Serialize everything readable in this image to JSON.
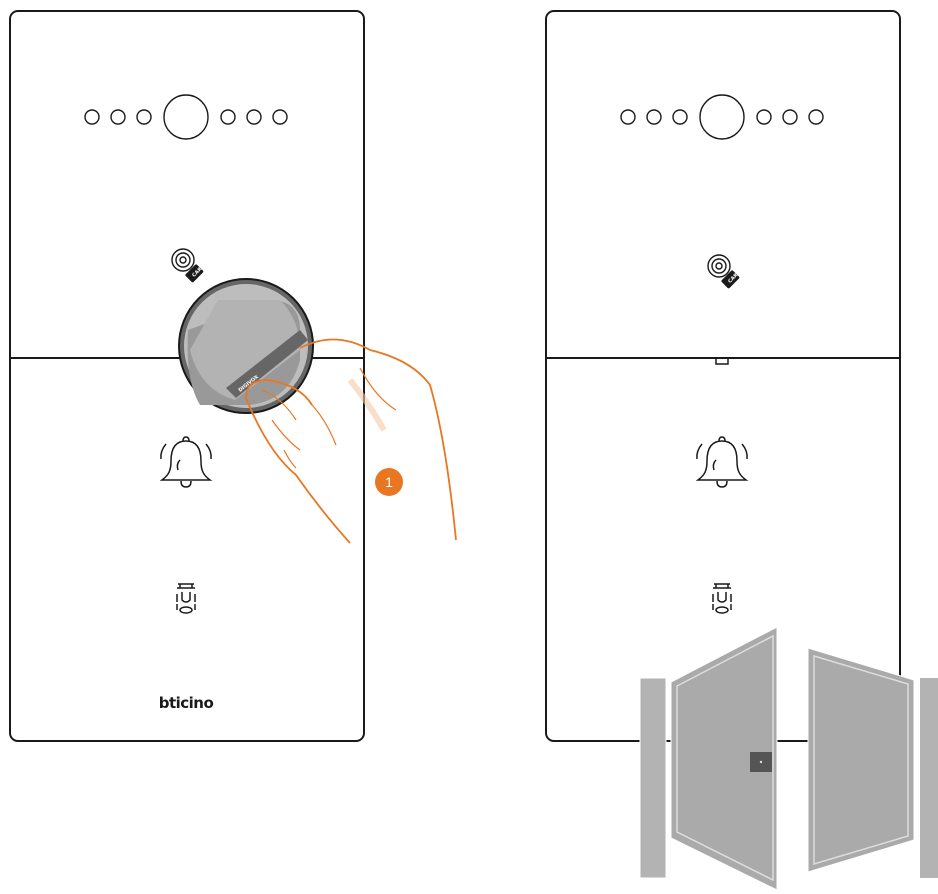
{
  "brand": {
    "logo_text": "bticino"
  },
  "card_icon": {
    "label": "CARD"
  },
  "badge": {
    "text": "DIGIVOX"
  },
  "step": {
    "number": "1"
  },
  "colors": {
    "outline": "#1a1a1a",
    "accent": "#e87722",
    "gray_fill": "#b3b3b3",
    "dark_gray": "#555555"
  },
  "icons": [
    "camera-lens-icon",
    "rfid-card-icon",
    "doorbell-icon",
    "door-lock-icon",
    "gate-icon"
  ]
}
